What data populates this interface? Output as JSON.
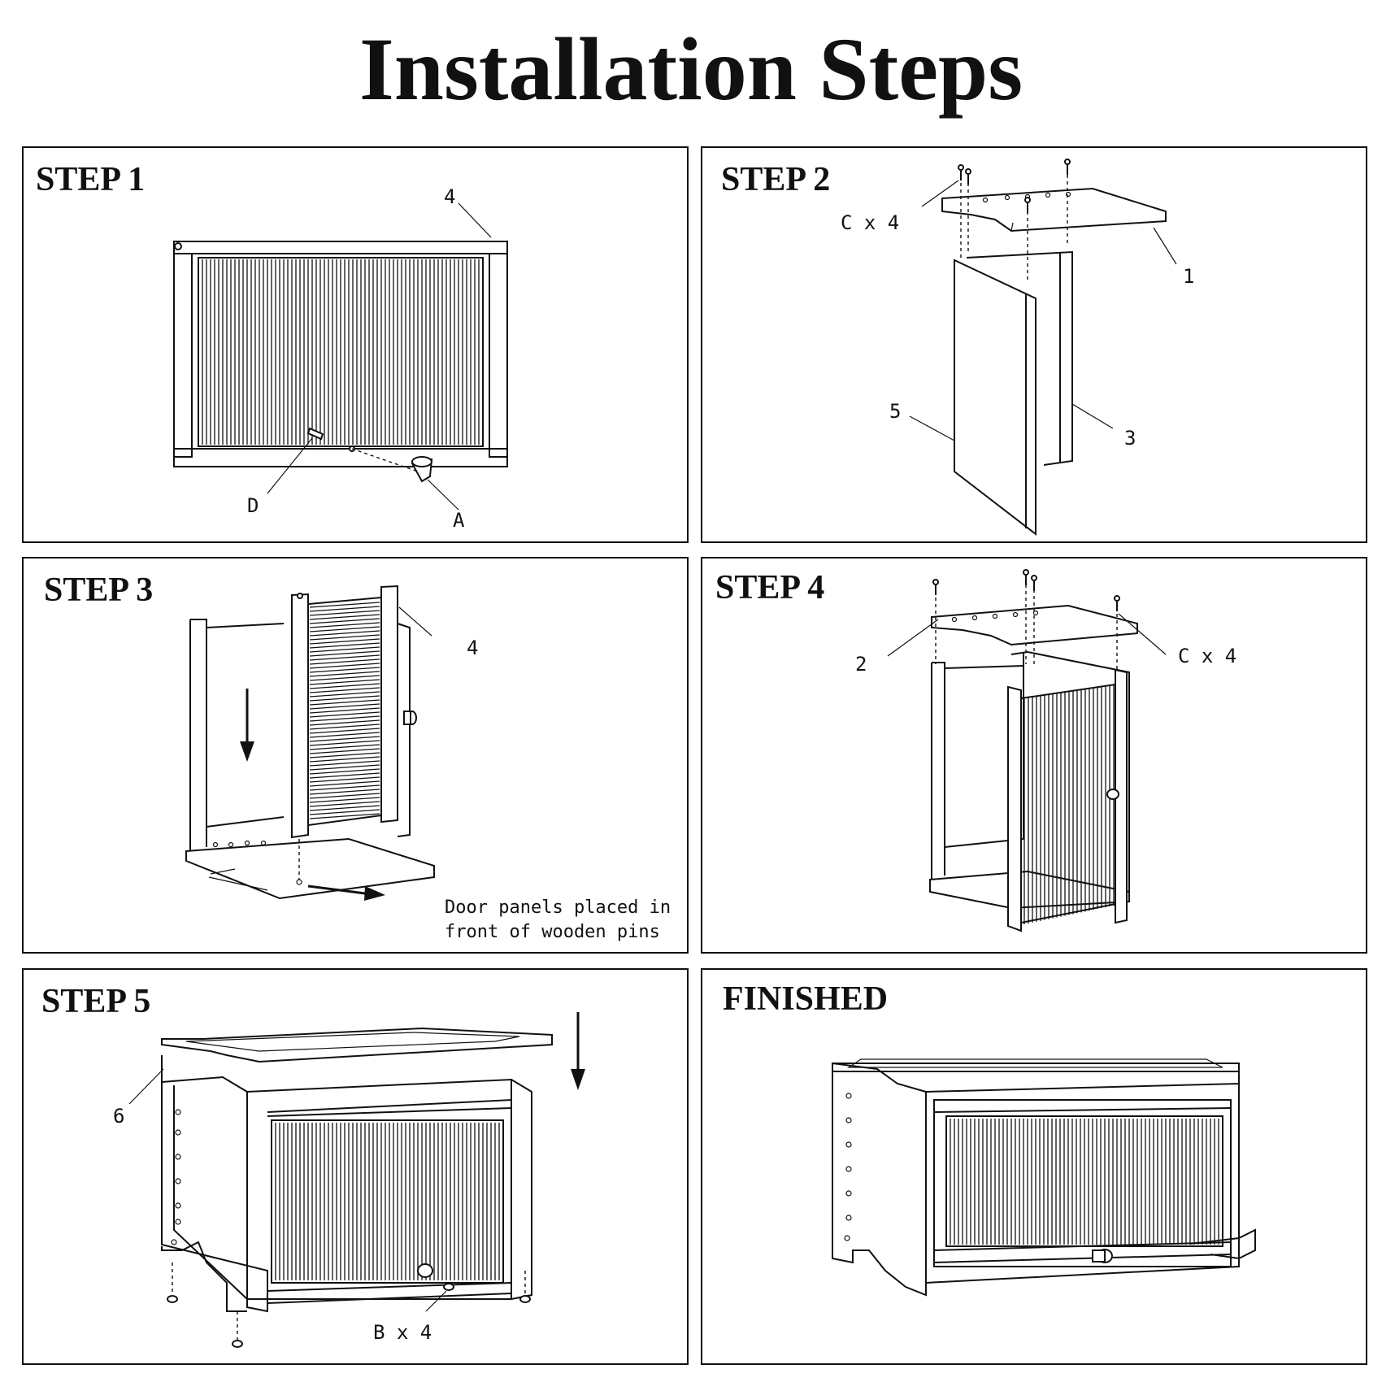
{
  "page_title": "Installation Steps",
  "steps": [
    {
      "label": "STEP 1",
      "parts": [
        "4",
        "D",
        "A"
      ]
    },
    {
      "label": "STEP 2",
      "parts": [
        "C x 4",
        "1",
        "5",
        "3"
      ]
    },
    {
      "label": "STEP 3",
      "parts": [
        "4"
      ],
      "note_lines": [
        "Door panels placed in",
        "front of wooden pins"
      ]
    },
    {
      "label": "STEP 4",
      "parts": [
        "2",
        "C x 4"
      ]
    },
    {
      "label": "STEP 5",
      "parts": [
        "6",
        "B x 4"
      ]
    },
    {
      "label": "FINISHED",
      "parts": []
    }
  ]
}
